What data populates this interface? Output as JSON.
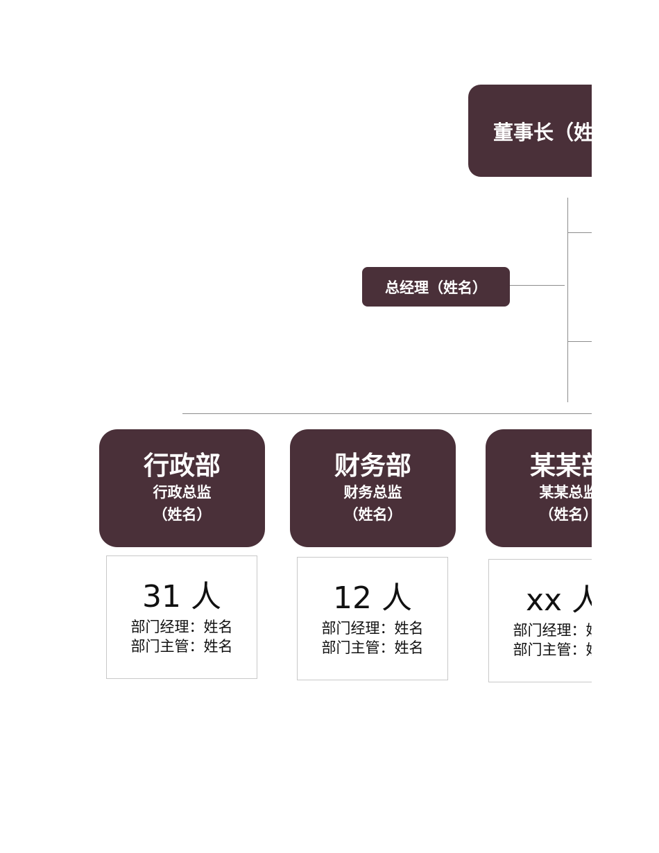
{
  "chairman": {
    "label": "董事长（姓名）"
  },
  "general_manager": {
    "label": "总经理（姓名）"
  },
  "departments": [
    {
      "name": "行政部",
      "director": "行政总监",
      "name_placeholder": "（姓名）",
      "headcount": "31 人",
      "manager": "部门经理：姓名",
      "supervisor": "部门主管：姓名"
    },
    {
      "name": "财务部",
      "director": "财务总监",
      "name_placeholder": "（姓名）",
      "headcount": "12 人",
      "manager": "部门经理：姓名",
      "supervisor": "部门主管：姓名"
    },
    {
      "name": "某某部",
      "director": "某某总监",
      "name_placeholder": "（姓名）",
      "headcount": "xx 人",
      "manager": "部门经理：姓名",
      "supervisor": "部门主管：姓名"
    }
  ],
  "colors": {
    "box_fill": "#4a3039",
    "box_text": "#ffffff",
    "line": "#8c8c8c",
    "card_border": "#c8c8c8"
  }
}
